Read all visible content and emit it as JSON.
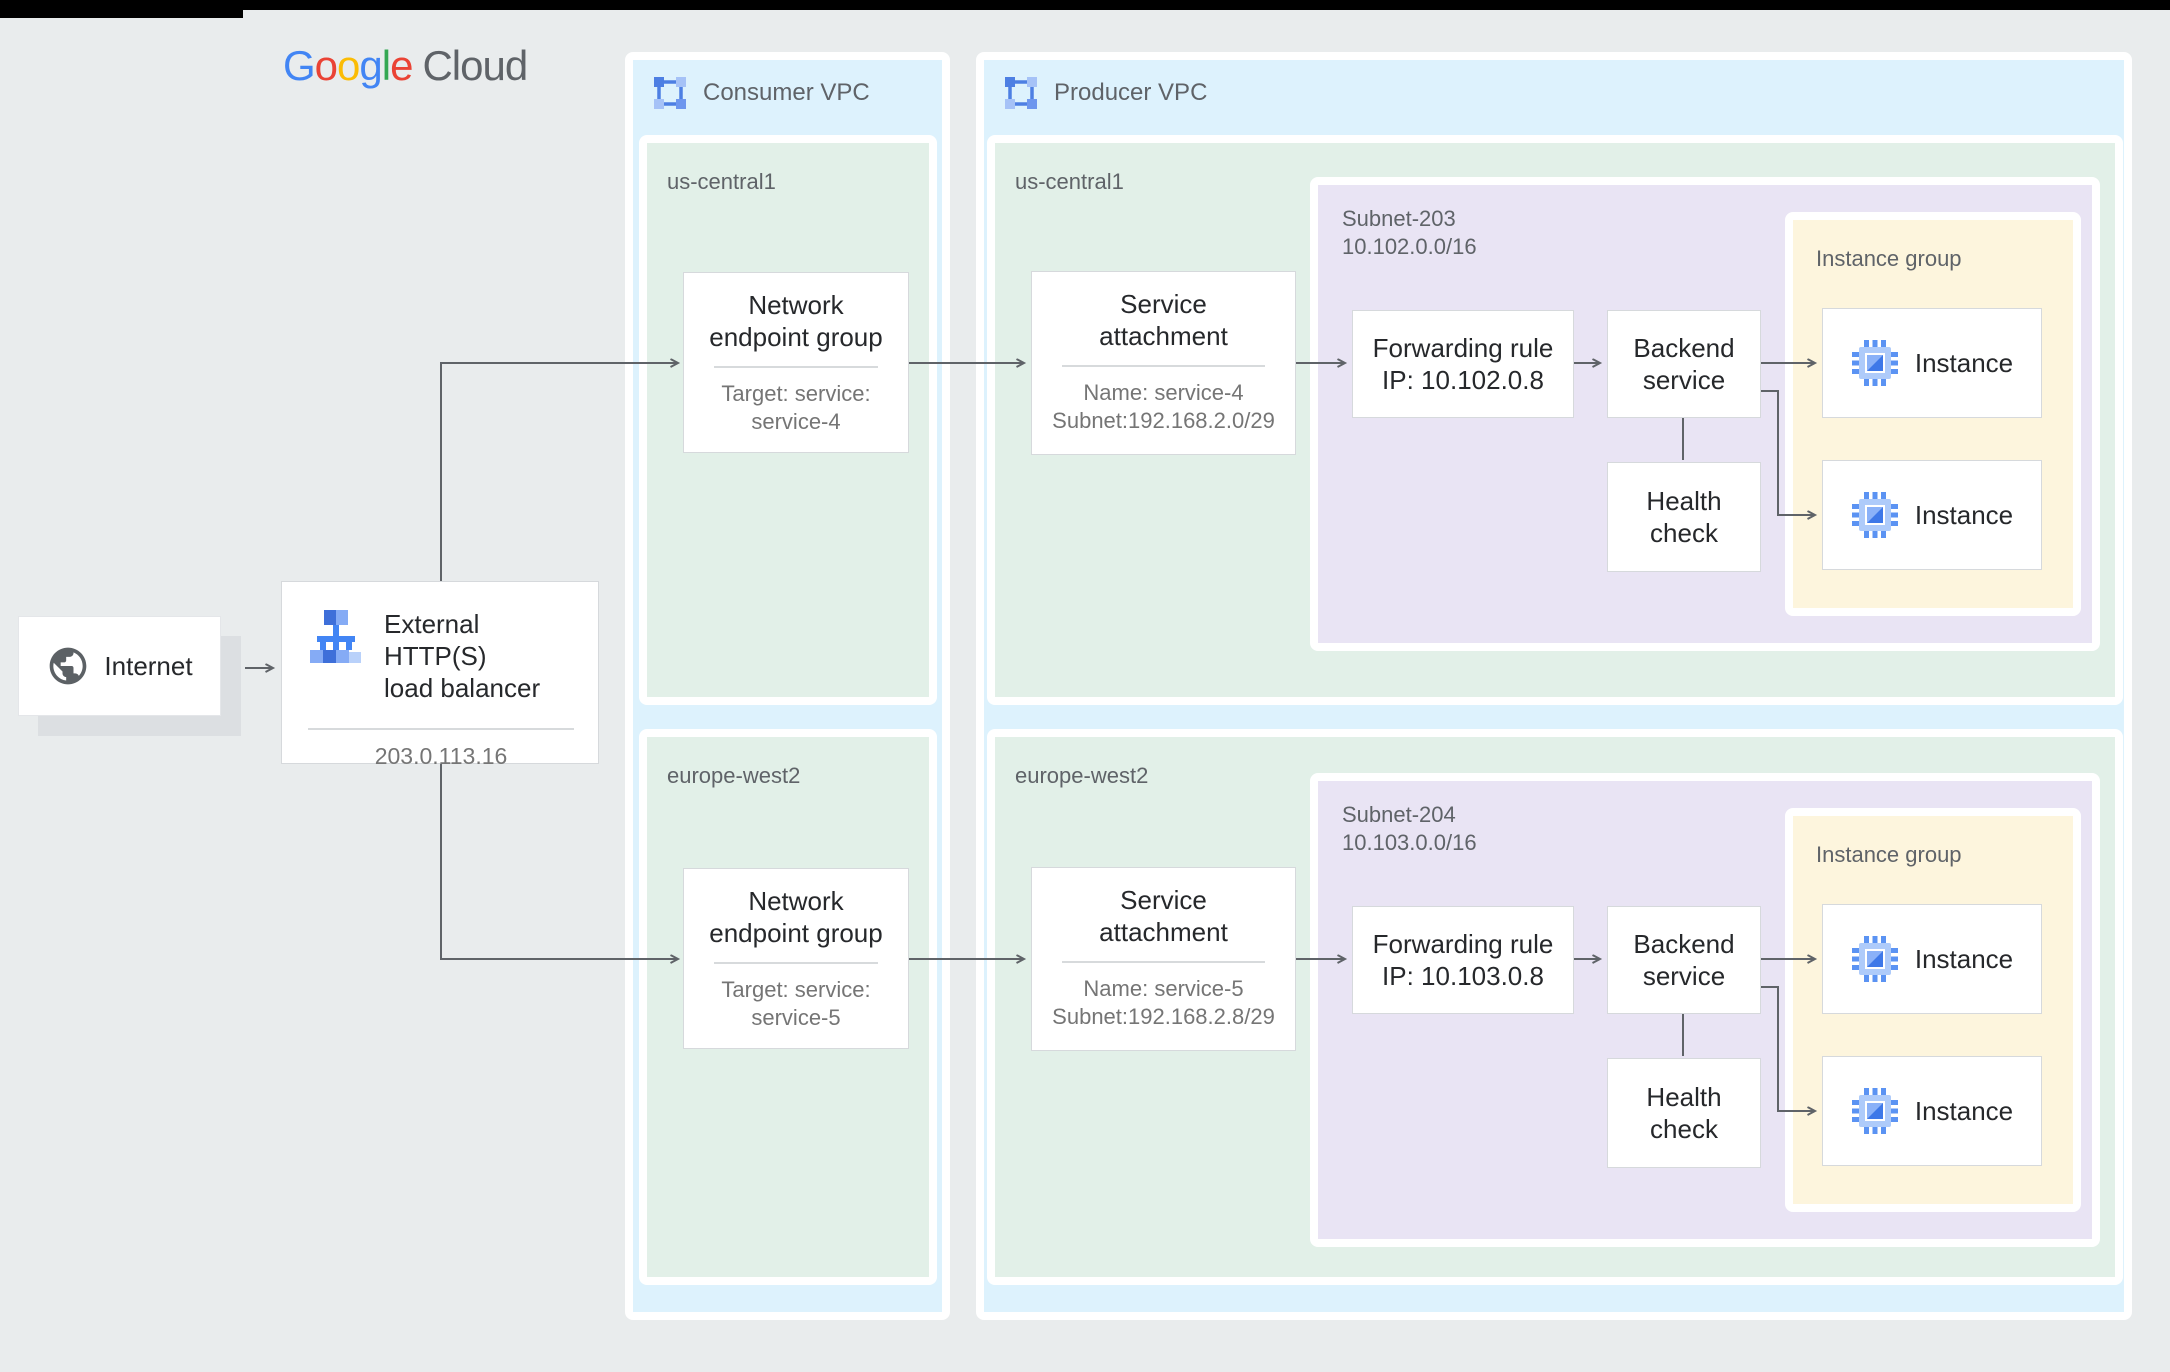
{
  "logo": {
    "letters": [
      "G",
      "o",
      "o",
      "g",
      "l",
      "e"
    ],
    "suffix": "Cloud"
  },
  "internet": {
    "label": "Internet"
  },
  "load_balancer": {
    "title_lines": [
      "External HTTP(S)",
      "load balancer"
    ],
    "ip": "203.0.113.16"
  },
  "consumer_vpc": {
    "label": "Consumer VPC",
    "regions": [
      {
        "name": "us-central1",
        "neg": {
          "title_lines": [
            "Network",
            "endpoint group"
          ],
          "sub_lines": [
            "Target: service:",
            "service-4"
          ]
        }
      },
      {
        "name": "europe-west2",
        "neg": {
          "title_lines": [
            "Network",
            "endpoint group"
          ],
          "sub_lines": [
            "Target: service:",
            "service-5"
          ]
        }
      }
    ]
  },
  "producer_vpc": {
    "label": "Producer VPC",
    "regions": [
      {
        "name": "us-central1",
        "service_attachment": {
          "title_lines": [
            "Service",
            "attachment"
          ],
          "sub_lines": [
            "Name: service-4",
            "Subnet:192.168.2.0/29"
          ]
        },
        "subnet": {
          "label_lines": [
            "Subnet-203",
            "10.102.0.0/16"
          ],
          "forwarding_rule_lines": [
            "Forwarding rule",
            "IP: 10.102.0.8"
          ],
          "backend_service_lines": [
            "Backend",
            "service"
          ],
          "health_check_lines": [
            "Health",
            "check"
          ],
          "instance_group": {
            "label": "Instance group",
            "instances": [
              {
                "label": "Instance"
              },
              {
                "label": "Instance"
              }
            ]
          }
        }
      },
      {
        "name": "europe-west2",
        "service_attachment": {
          "title_lines": [
            "Service",
            "attachment"
          ],
          "sub_lines": [
            "Name: service-5",
            "Subnet:192.168.2.8/29"
          ]
        },
        "subnet": {
          "label_lines": [
            "Subnet-204",
            "10.103.0.0/16"
          ],
          "forwarding_rule_lines": [
            "Forwarding rule",
            "IP: 10.103.0.8"
          ],
          "backend_service_lines": [
            "Backend",
            "service"
          ],
          "health_check_lines": [
            "Health",
            "check"
          ],
          "instance_group": {
            "label": "Instance group",
            "instances": [
              {
                "label": "Instance"
              },
              {
                "label": "Instance"
              }
            ]
          }
        }
      }
    ]
  },
  "colors": {
    "page_bg": "#e9eced",
    "vpc_fill": "#ddf2fd",
    "region_fill": "#e2f0e8",
    "subnet_fill": "#e9e4f4",
    "instance_group_fill": "#fdf5dd",
    "connector": "#5f6368",
    "google_blue": "#4285F4",
    "google_red": "#EA4335",
    "google_yellow": "#FBBC05",
    "google_green": "#34A853",
    "text_primary": "#202124",
    "text_secondary": "#757575"
  }
}
